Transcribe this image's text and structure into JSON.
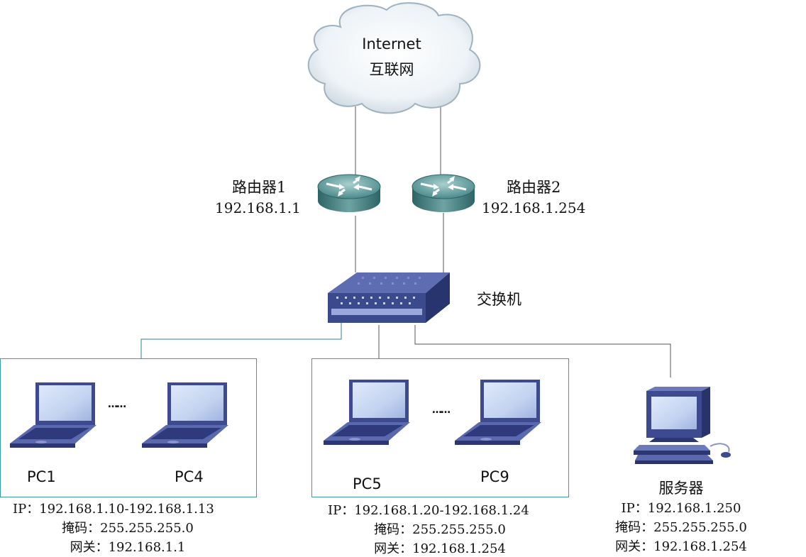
{
  "internet": {
    "title": "Internet",
    "subtitle": "互联网"
  },
  "routers": [
    {
      "name": "路由器1",
      "ip": "192.168.1.1"
    },
    {
      "name": "路由器2",
      "ip": "192.168.1.254"
    }
  ],
  "switch": {
    "name": "交换机"
  },
  "groups": [
    {
      "pc_a": "PC1",
      "pc_b": "PC4",
      "ellipsis": "……",
      "ip": "IP：192.168.1.10-192.168.1.13",
      "mask": "掩码：255.255.255.0",
      "gateway": "网关：192.168.1.1"
    },
    {
      "pc_a": "PC5",
      "pc_b": "PC9",
      "ellipsis": "……",
      "ip": "IP：192.168.1.20-192.168.1.24",
      "mask": "掩码：255.255.255.0",
      "gateway": "网关：192.168.1.254"
    }
  ],
  "server": {
    "name": "服务器",
    "ip": "IP：192.168.1.250",
    "mask": "掩码：255.255.255.0",
    "gateway": "网关：192.168.1.254"
  },
  "colors": {
    "link": "#555555",
    "group_link": "#2f7f8c",
    "group_border": "#3b9aa5",
    "router_body": "#3e7c7c",
    "switch_body": "#3a4a8c",
    "laptop_body": "#3d4a8f",
    "cloud_fill": "#e8f0f5"
  }
}
